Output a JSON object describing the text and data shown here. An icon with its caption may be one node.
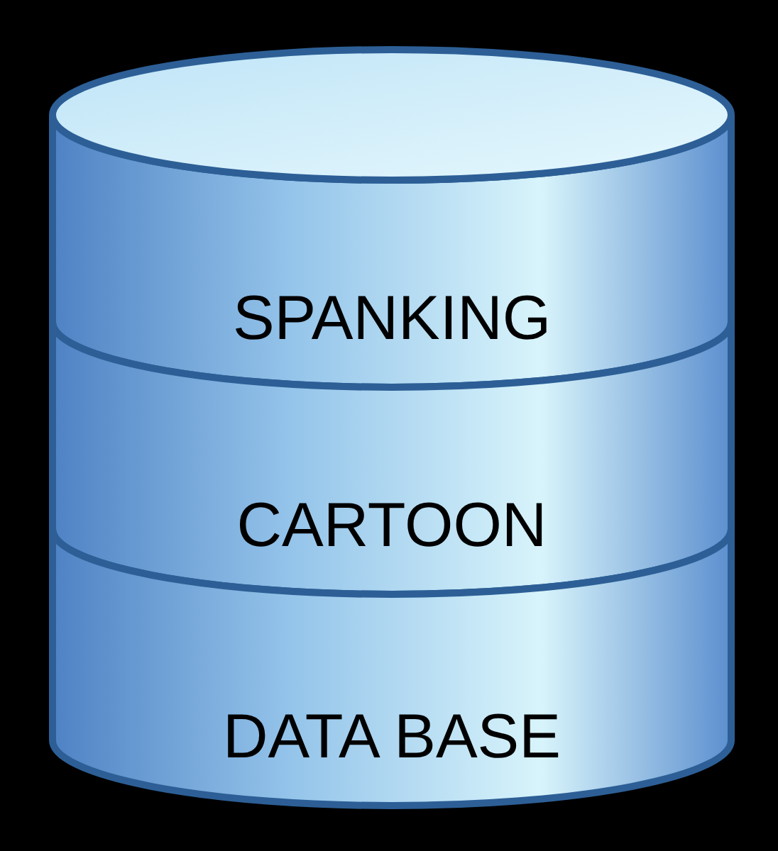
{
  "diagram": {
    "nodes": [
      {
        "text": [],
        "shape": "ellipse"
      },
      {
        "text": [
          "SPANKING"
        ]
      },
      {
        "text": [
          "CARTOON"
        ]
      },
      {
        "text": [
          "DATA BASE"
        ]
      }
    ],
    "edges": []
  }
}
